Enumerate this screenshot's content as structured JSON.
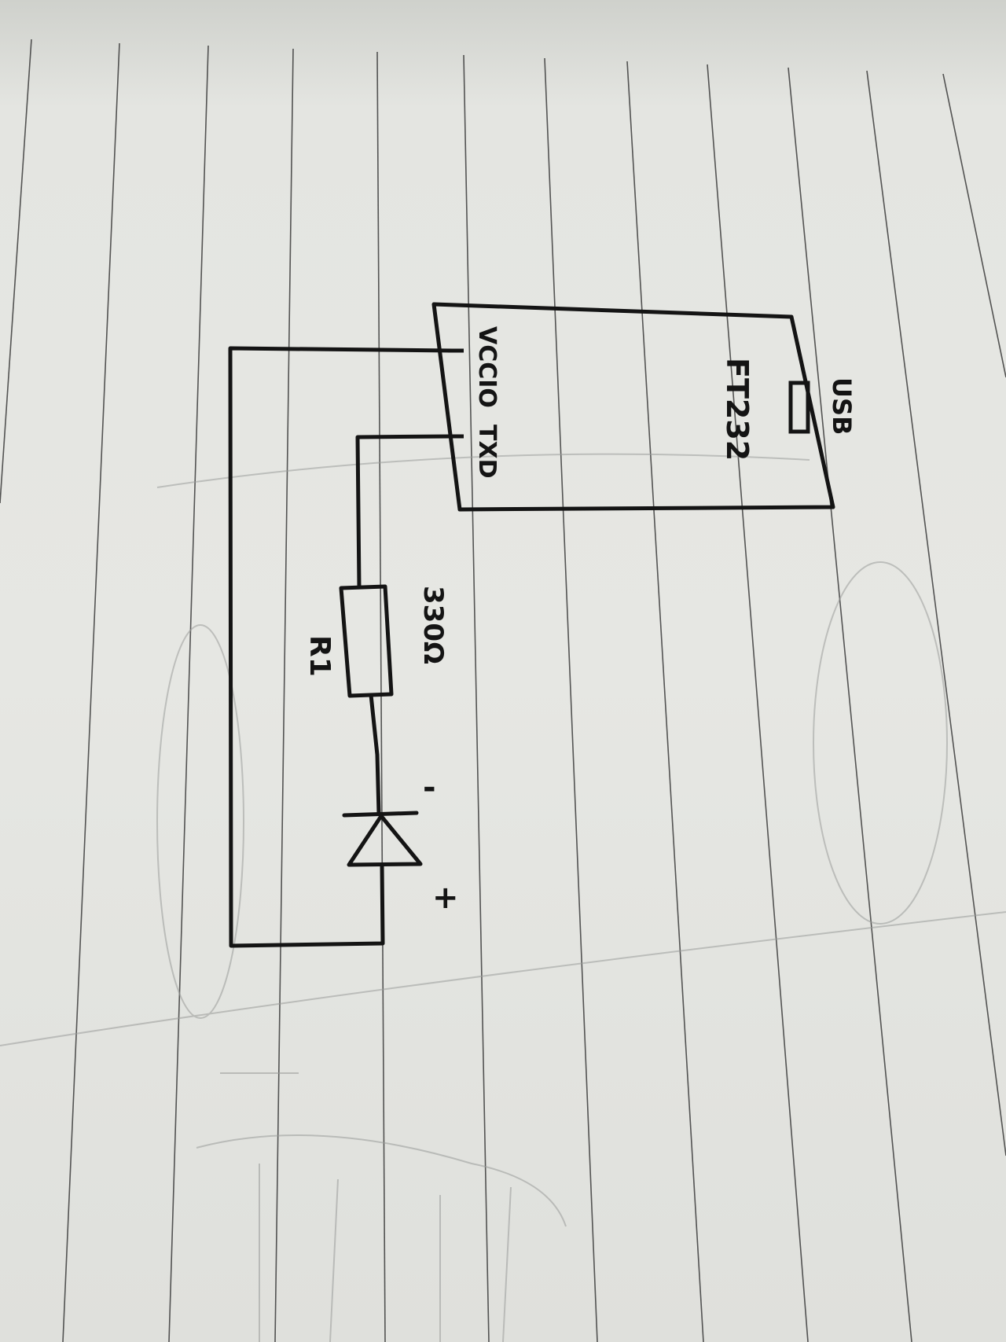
{
  "diagram": {
    "type": "hand-drawn circuit schematic",
    "medium": "ink on ruled notebook paper",
    "module": {
      "name": "FT232",
      "connector_label": "USB",
      "pins": [
        {
          "label": "VCCIO"
        },
        {
          "label": "TXD"
        }
      ]
    },
    "resistor": {
      "ref": "R1",
      "value": "330Ω"
    },
    "led": {
      "cathode_mark": "-",
      "anode_mark": "+"
    },
    "connections": [
      "TXD → R1 (330Ω) → LED cathode (-)",
      "LED anode (+) → VCCIO"
    ]
  },
  "colors": {
    "ink": "#141414",
    "paper": "#e3e4e0",
    "rule_lines": "#3a3a3a",
    "pencil": "#9a9c9a"
  }
}
